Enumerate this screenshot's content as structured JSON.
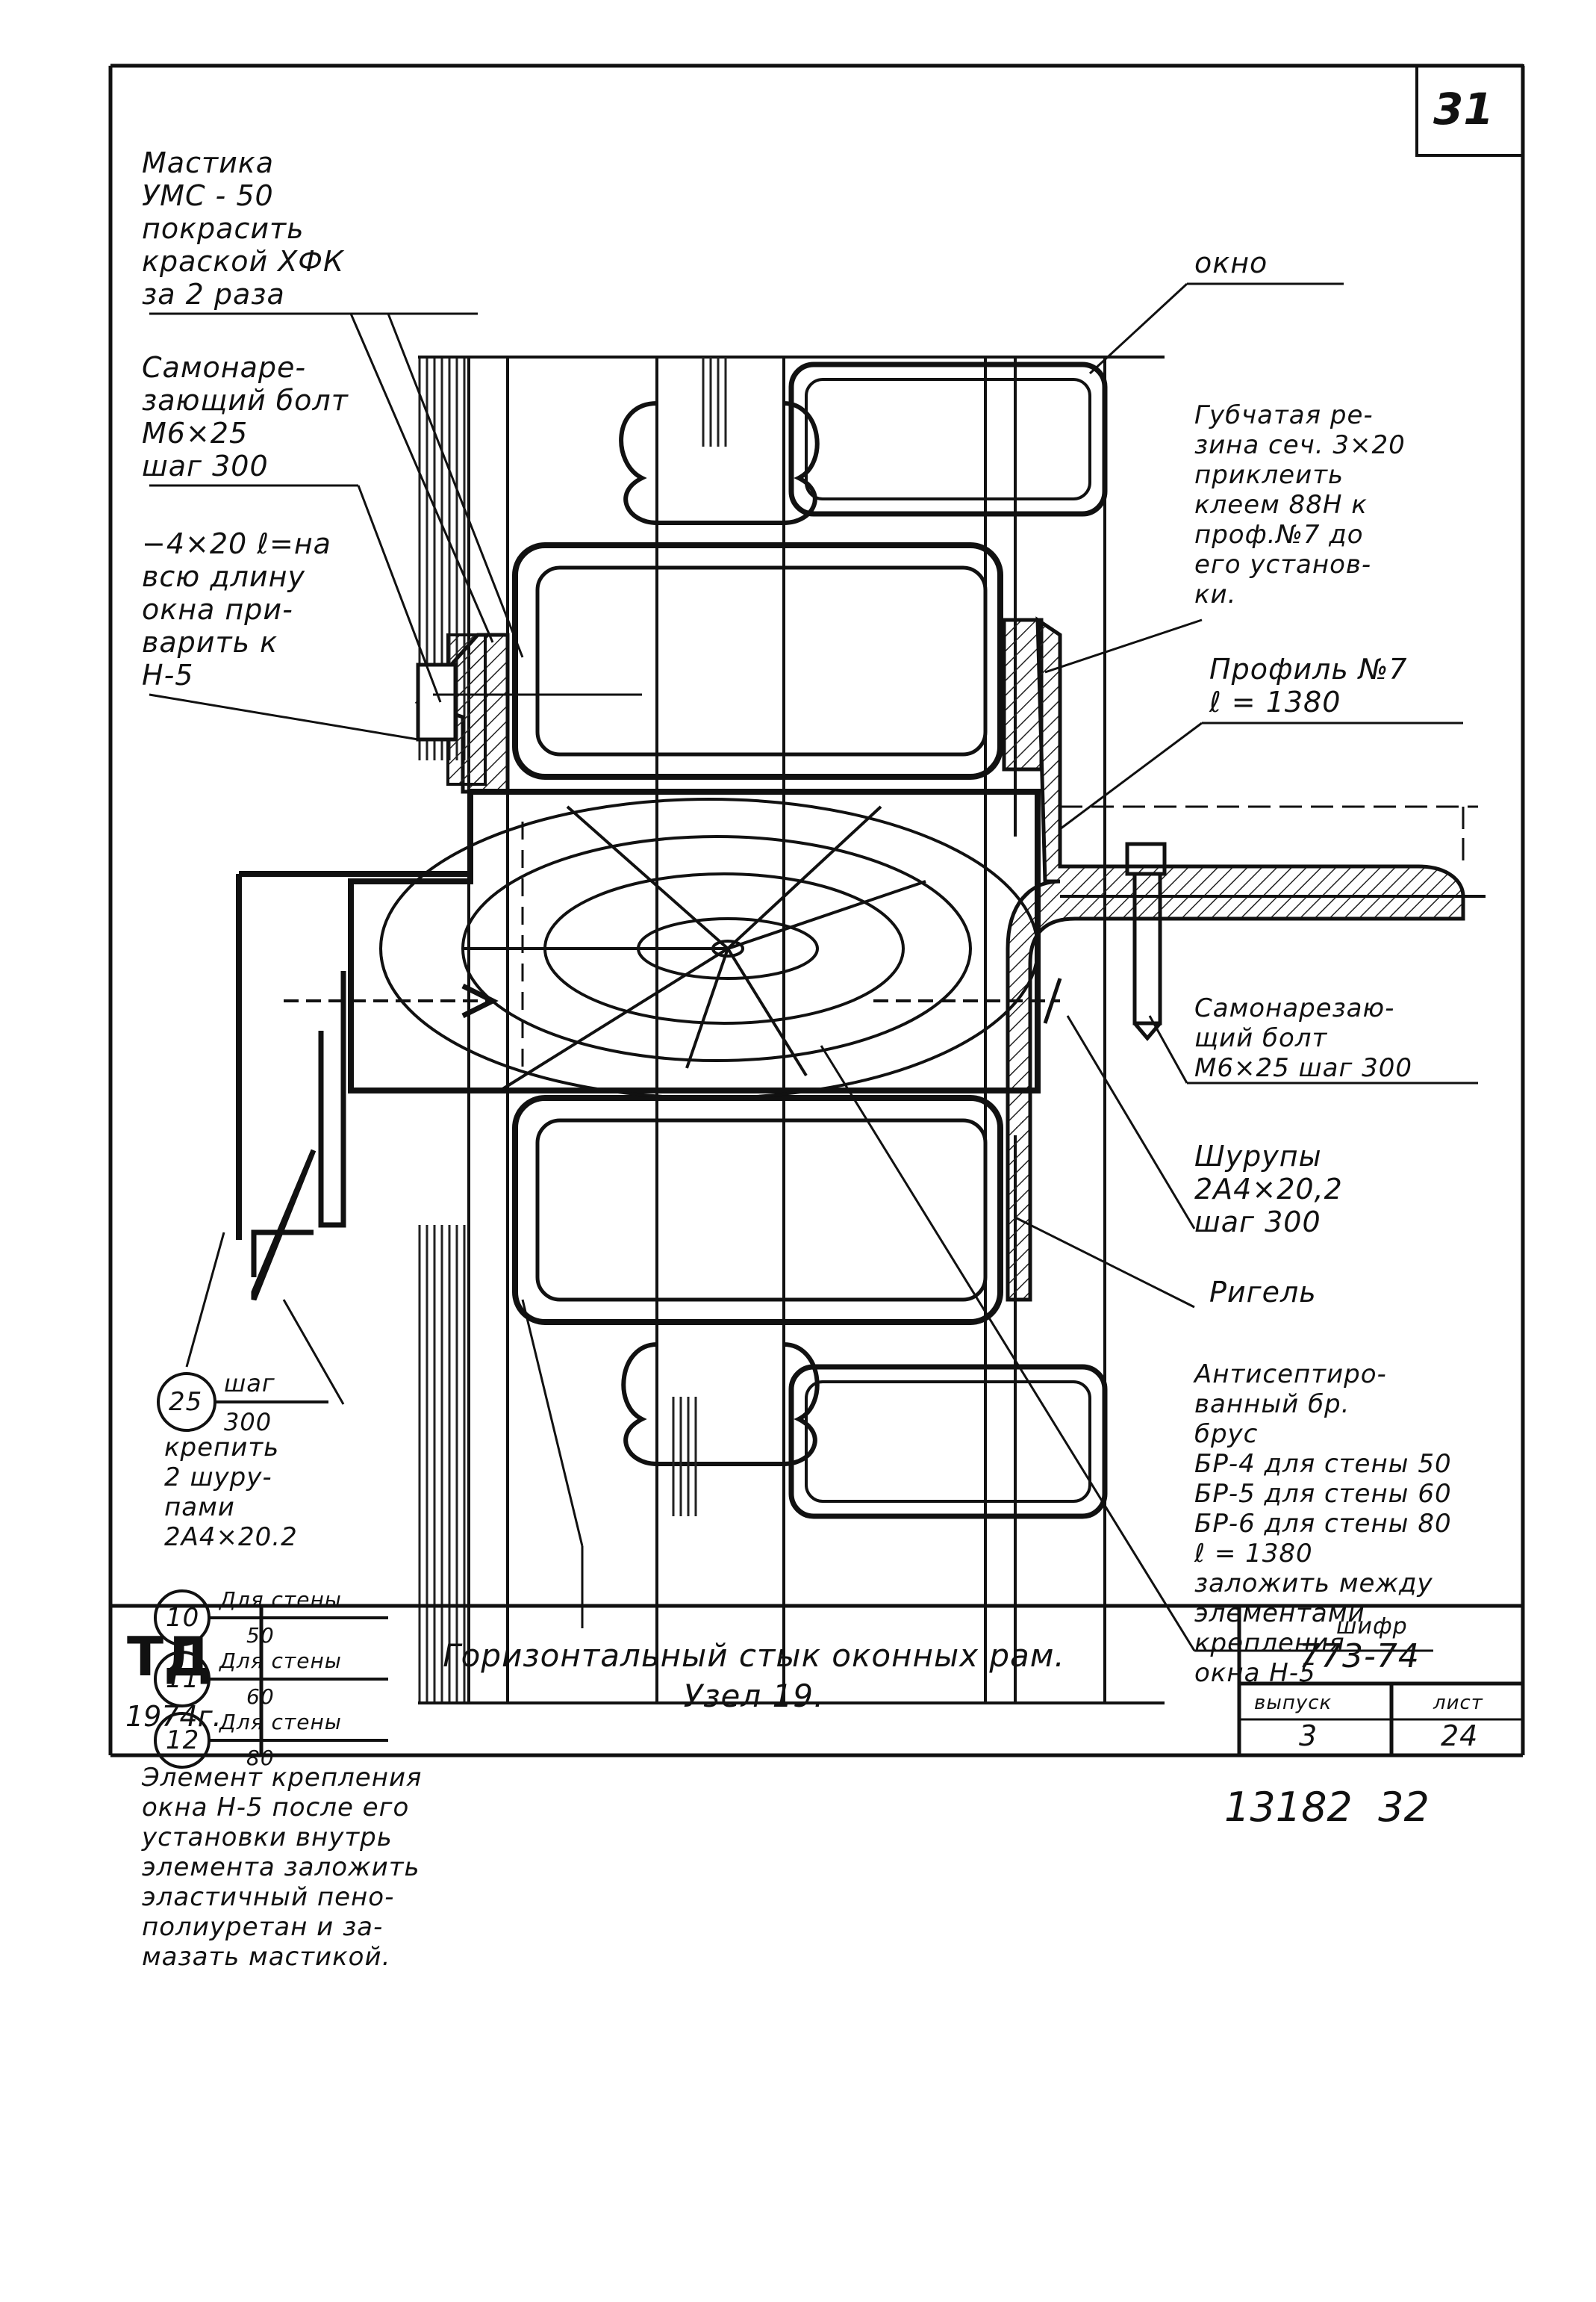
{
  "sheet": {
    "sheet_no": "31",
    "footer_no": "13182  32"
  },
  "labels": {
    "mastic": "Мастика\nУМС - 50\nпокрасить\nкраской ХФК\nза 2 раза",
    "bolt_top": "Самонаре-\nзающий болт\nМ6×25\nшаг 300",
    "strip": "−4×20 ℓ=на\nвсю длину\nокна при-\nварить к\nН-5",
    "window": "окно",
    "rubber": "Губчатая ре-\nзина сеч. 3×20\nприклеить\nклеем 88Н к\nпроф.№7 до\nего установ-\nки.",
    "profile": "Профиль №7\nℓ = 1380",
    "bolt_right": "Самонарезаю-\nщий болт\nМ6×25 шаг 300",
    "screws": "Шурупы\n2А4×20,2\nшаг 300",
    "rigel": "Ригель",
    "antiseptic": "Антисептиро-\nванный бр.\nбрус\nБР-4 для стены 50\nБР-5 для стены 60\nБР-6 для стены 80\nℓ = 1380\nзаложить между\nэлементами\nкрепления\nокна Н-5",
    "bracket_note": "Элемент крепления\nокна Н-5 после его\nустановки внутрь\nэлемента заложить\nэластичный пено-\nполиуретан и за-\nмазать мастикой."
  },
  "callouts": [
    {
      "num": "25",
      "top": "шаг",
      "bottom": "300"
    },
    {
      "num": "10",
      "top": "Для стены",
      "bottom": "50"
    },
    {
      "num": "11",
      "top": "Для стены",
      "bottom": "60"
    },
    {
      "num": "12",
      "top": "Для стены",
      "bottom": "80"
    }
  ],
  "callout_25_extra": "крепить\n2 шуру-\nпами\n2А4×20.2",
  "title_block": {
    "org": "ТД",
    "year": "1974г.",
    "title": "Горизонтальный стык оконных рам.\nУзел 19.",
    "code_label": "шифр",
    "code": "773-74",
    "issue_label": "выпуск",
    "issue": "3",
    "sheet_label": "лист",
    "sheet": "24"
  }
}
